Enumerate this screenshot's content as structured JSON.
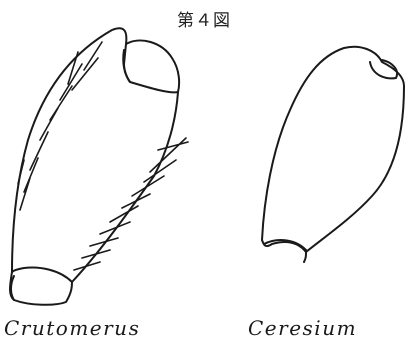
{
  "figure": {
    "title": "第４図"
  },
  "specimens": [
    {
      "name": "Crutomerus"
    },
    {
      "name": "Ceresium"
    }
  ],
  "colors": {
    "ink": "#1a1a1a",
    "background": "#ffffff"
  }
}
